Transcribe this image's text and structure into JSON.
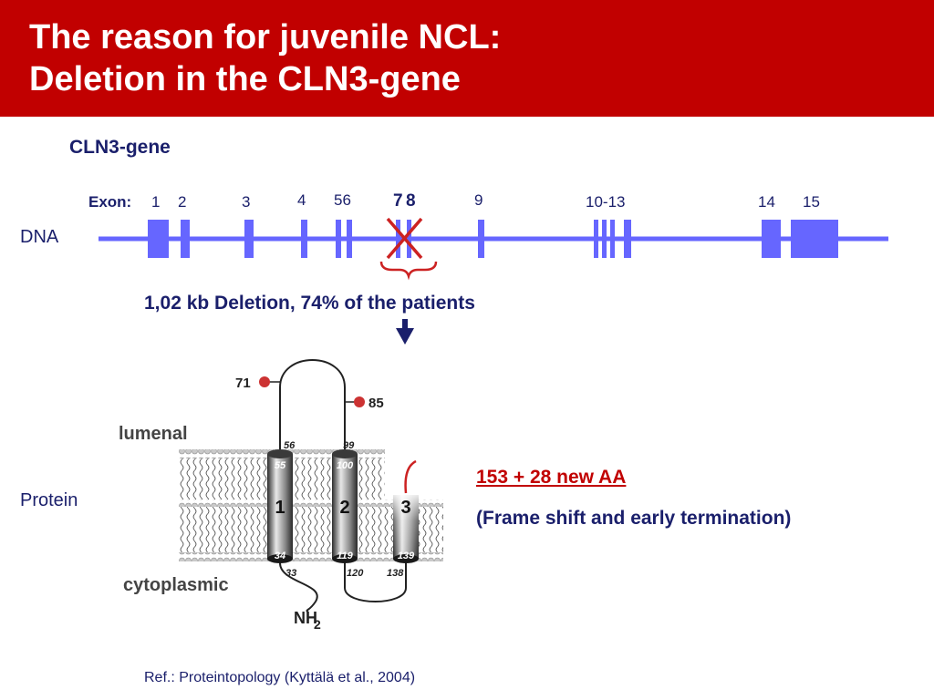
{
  "slide": {
    "title_line1": "The reason for juvenile NCL:",
    "title_line2": "Deletion in the CLN3-gene"
  },
  "gene": {
    "heading": "CLN3-gene",
    "exon_label": "Exon:",
    "exons": [
      "1",
      "2",
      "3",
      "4",
      "56",
      "7",
      "8",
      "9",
      "10-13",
      "14",
      "15"
    ],
    "dna_label": "DNA"
  },
  "deletion": {
    "text": "1,02 kb Deletion, 74% of the patients",
    "mark": "X"
  },
  "protein": {
    "label": "Protein",
    "lumenal": "lumenal",
    "cytoplasmic": "cytoplasmic",
    "nh2_main": "NH",
    "nh2_sub": "2",
    "sites": [
      "71",
      "85"
    ],
    "helices": [
      "1",
      "2",
      "3"
    ],
    "residues": [
      "56",
      "99",
      "55",
      "100",
      "34",
      "119",
      "139",
      "33",
      "120",
      "138"
    ]
  },
  "result": {
    "line1": "153 + 28 new AA",
    "line2": "(Frame shift and early termination)"
  },
  "reference": "Ref.: Proteintopology (Kyttälä et al., 2004)",
  "colors": {
    "header": "#c10000",
    "exon": "#6666ff",
    "text_navy": "#1a1f6b",
    "accent_red": "#c10000"
  }
}
